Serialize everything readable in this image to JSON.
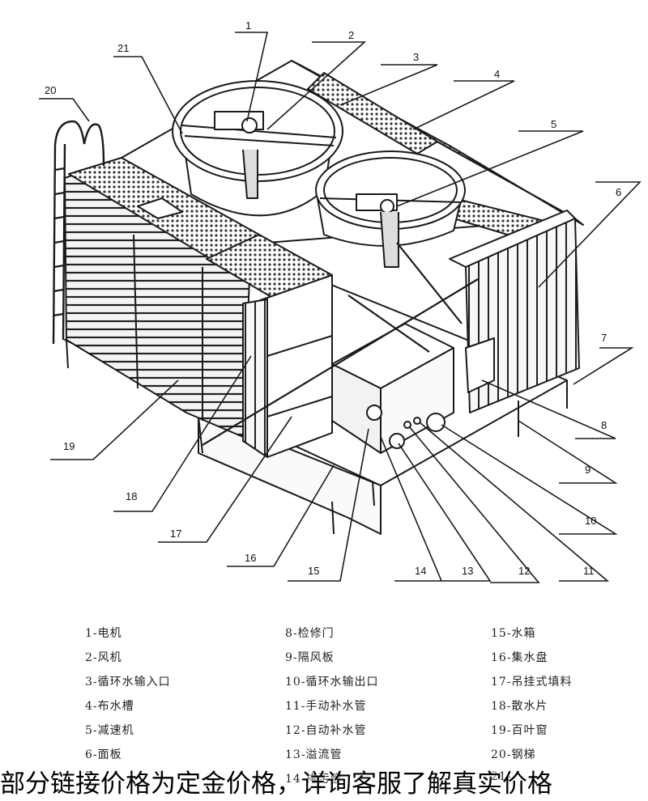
{
  "callouts": [
    "1",
    "2",
    "3",
    "4",
    "5",
    "6",
    "7",
    "8",
    "9",
    "10",
    "11",
    "12",
    "13",
    "14",
    "15",
    "16",
    "17",
    "18",
    "19",
    "20",
    "21"
  ],
  "legend": {
    "col1": [
      "1-电机",
      "2-风机",
      "3-循环水输入口",
      "4-布水槽",
      "5-减速机",
      "6-面板",
      "7-"
    ],
    "col2": [
      "8-检修门",
      "9-隔风板",
      "10-循环水输出口",
      "11-手动补水管",
      "12-自动补水管",
      "13-溢流管",
      "14-排污管"
    ],
    "col3": [
      "15-水箱",
      "16-集水盘",
      "17-吊挂式填料",
      "18-散水片",
      "19-百叶窗",
      "20-钢梯",
      "21-"
    ]
  },
  "footer": {
    "text": "部分链接价格为定金价格，详询客服了解真实价格"
  },
  "colors": {
    "line": "#1a1a1a",
    "fill_light": "#ffffff",
    "shade": "#cfcfcf"
  }
}
